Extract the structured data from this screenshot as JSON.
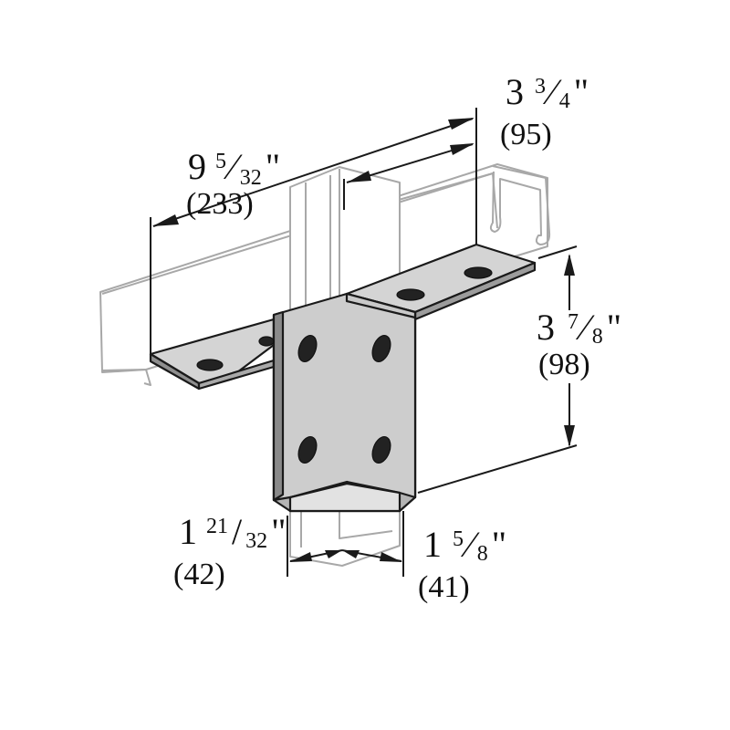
{
  "dimensions": {
    "length": {
      "whole": "9",
      "num": "5",
      "den": "32",
      "unit": "\"",
      "metric": "(233)"
    },
    "width": {
      "whole": "3",
      "num": "3",
      "den": "4",
      "unit": "\"",
      "metric": "(95)"
    },
    "height": {
      "whole": "3",
      "num": "7",
      "den": "8",
      "unit": "\"",
      "metric": "(98)"
    },
    "base_depth": {
      "whole": "1",
      "num": "21",
      "den": "32",
      "unit": "\"",
      "metric": "(42)"
    },
    "base_width": {
      "whole": "1",
      "num": "5",
      "den": "8",
      "unit": "\"",
      "metric": "(41)"
    }
  },
  "colors": {
    "steel_light": "#d9d9d9",
    "steel_mid": "#bdbdbd",
    "steel_dark": "#9a9a9a",
    "ghost_line": "#a8a8a8",
    "ink": "#1a1a1a"
  }
}
